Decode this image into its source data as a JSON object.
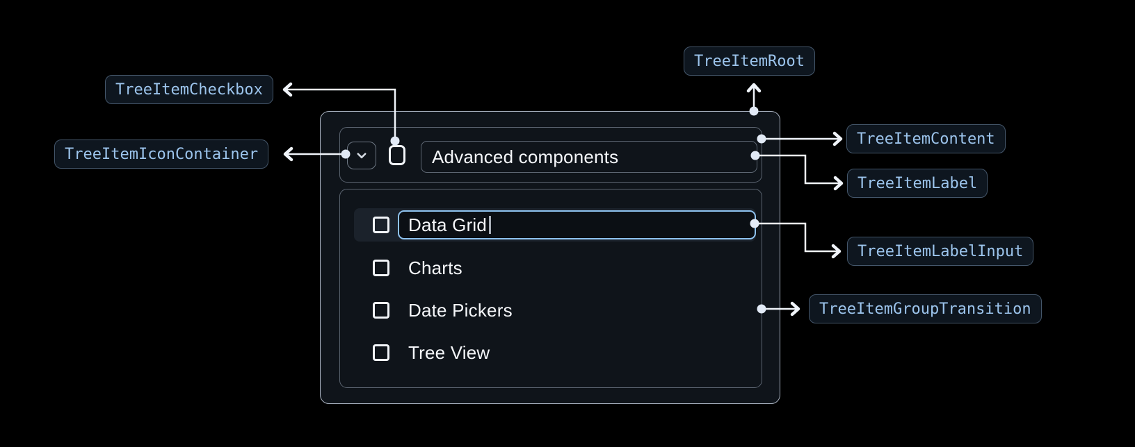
{
  "annotations": {
    "root": "TreeItemRoot",
    "checkbox": "TreeItemCheckbox",
    "icon_container": "TreeItemIconContainer",
    "content": "TreeItemContent",
    "label": "TreeItemLabel",
    "label_input": "TreeItemLabelInput",
    "group_transition": "TreeItemGroupTransition"
  },
  "tree": {
    "parent": {
      "label": "Advanced components",
      "expanded": true,
      "checked": false
    },
    "children": [
      {
        "label": "Data Grid",
        "state": "editing",
        "checked": false
      },
      {
        "label": "Charts",
        "checked": false
      },
      {
        "label": "Date Pickers",
        "checked": false
      },
      {
        "label": "Tree View",
        "checked": false
      }
    ]
  },
  "icons": {
    "expand_icon": "chevron-down-icon",
    "checkbox_icon": "checkbox-unchecked-icon"
  },
  "colors": {
    "background": "#000000",
    "badge_text": "#9CC4EC",
    "badge_border": "#44566A",
    "badge_background": "#0E161F",
    "card_border": "#A6AFBD",
    "inner_border": "#5C6571",
    "input_focus_border": "#8FC3F0",
    "row_highlight": "#1B222B",
    "connector_line": "#F0F4FA",
    "text": "#F5F7FA"
  }
}
